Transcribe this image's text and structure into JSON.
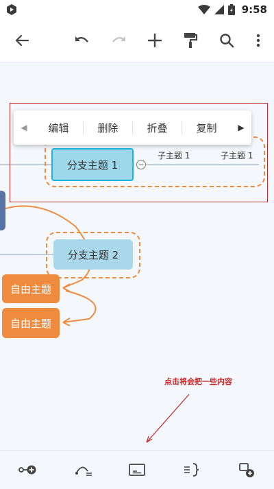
{
  "status_bar": {
    "time": "9:58",
    "icons": [
      "app-logo-icon",
      "wifi-icon",
      "signal-icon",
      "battery-icon"
    ]
  },
  "toolbar": {
    "icons": [
      "back-arrow-icon",
      "undo-icon",
      "redo-icon",
      "add-icon",
      "format-painter-icon",
      "search-icon",
      "more-vert-icon"
    ]
  },
  "context_menu": {
    "items": [
      "编辑",
      "删除",
      "折叠",
      "复制"
    ],
    "left_arrow_icon": "caret-left-icon",
    "right_arrow_icon": "caret-right-icon"
  },
  "mindmap": {
    "branch1": "分支主题 1",
    "branch2": "分支主题 2",
    "subtopics": [
      "子主题 1",
      "子主题 1"
    ],
    "free_topics": [
      "自由主题",
      "自由主题"
    ]
  },
  "annotation": {
    "text": "点击将会把一些内容"
  },
  "bottom_bar": {
    "icons": [
      "add-child-node-icon",
      "add-relation-icon",
      "summary-box-icon",
      "boundary-icon",
      "add-floating-topic-icon"
    ]
  },
  "colors": {
    "accent_red": "#c62828",
    "branch_fill": "#9dd7ea",
    "branch_border": "#19b5d8",
    "free_topic": "#ef8b3f",
    "dashed_outline": "#ef8b3f",
    "left_tab": "#5972a8"
  }
}
